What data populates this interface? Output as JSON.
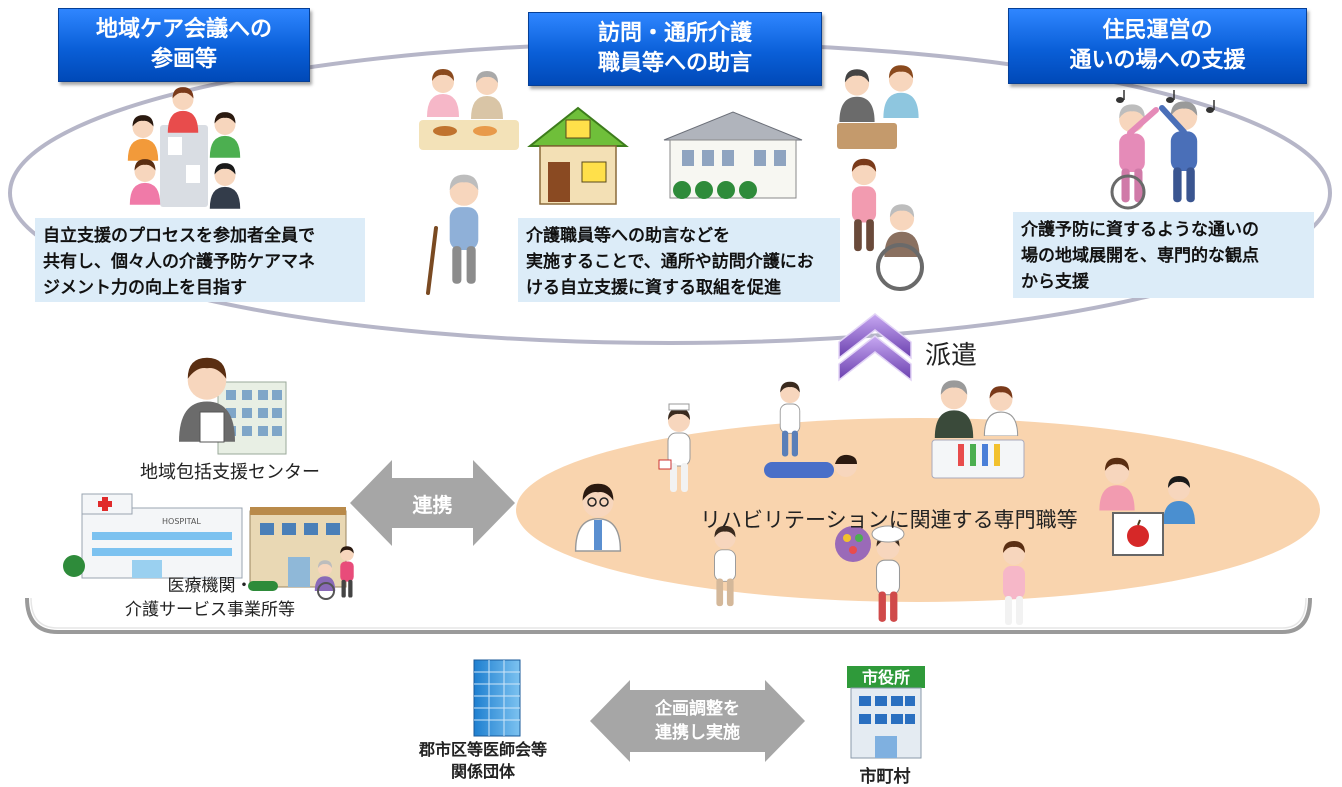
{
  "headers": [
    {
      "line1": "地域ケア会議への",
      "line2": "参画等"
    },
    {
      "line1": "訪問・通所介護",
      "line2": "職員等への助言"
    },
    {
      "line1": "住民運営の",
      "line2": "通いの場への支援"
    }
  ],
  "descriptions": [
    {
      "lines": [
        "自立支援のプロセスを参加者全員で",
        "共有し、個々人の介護予防ケアマネ",
        "ジメント力の向上を目指す"
      ]
    },
    {
      "lines": [
        "介護職員等への助言などを",
        "実施することで、通所や訪問介護にお",
        "ける自立支援に資する取組を促進"
      ]
    },
    {
      "lines": [
        "介護予防に資するような通いの",
        "場の地域展開を、専門的な観点",
        "から支援"
      ]
    }
  ],
  "dispatch_label": "派遣",
  "professionals_label": "リハビリテーションに関連する専門職等",
  "community_center_label": "地域包括支援センター",
  "medical_institutions_label": [
    "医療機関・",
    "介護サービス事業所等"
  ],
  "cooperation_label": "連携",
  "planning_label": [
    "企画調整を",
    "連携し実施"
  ],
  "medical_association_label": [
    "郡市区等医師会等",
    "関係団体"
  ],
  "municipality_label": "市町村",
  "city_hall_sign": "市役所",
  "hospital_sign": "HOSPITAL",
  "colors": {
    "header_blue": "#0a5fd8",
    "description_bg": "#dcecf8",
    "arrow_gray": "#a6a6a6",
    "chevron_purple": "#8a5cc8",
    "professionals_bg": "#f9d4ae"
  }
}
